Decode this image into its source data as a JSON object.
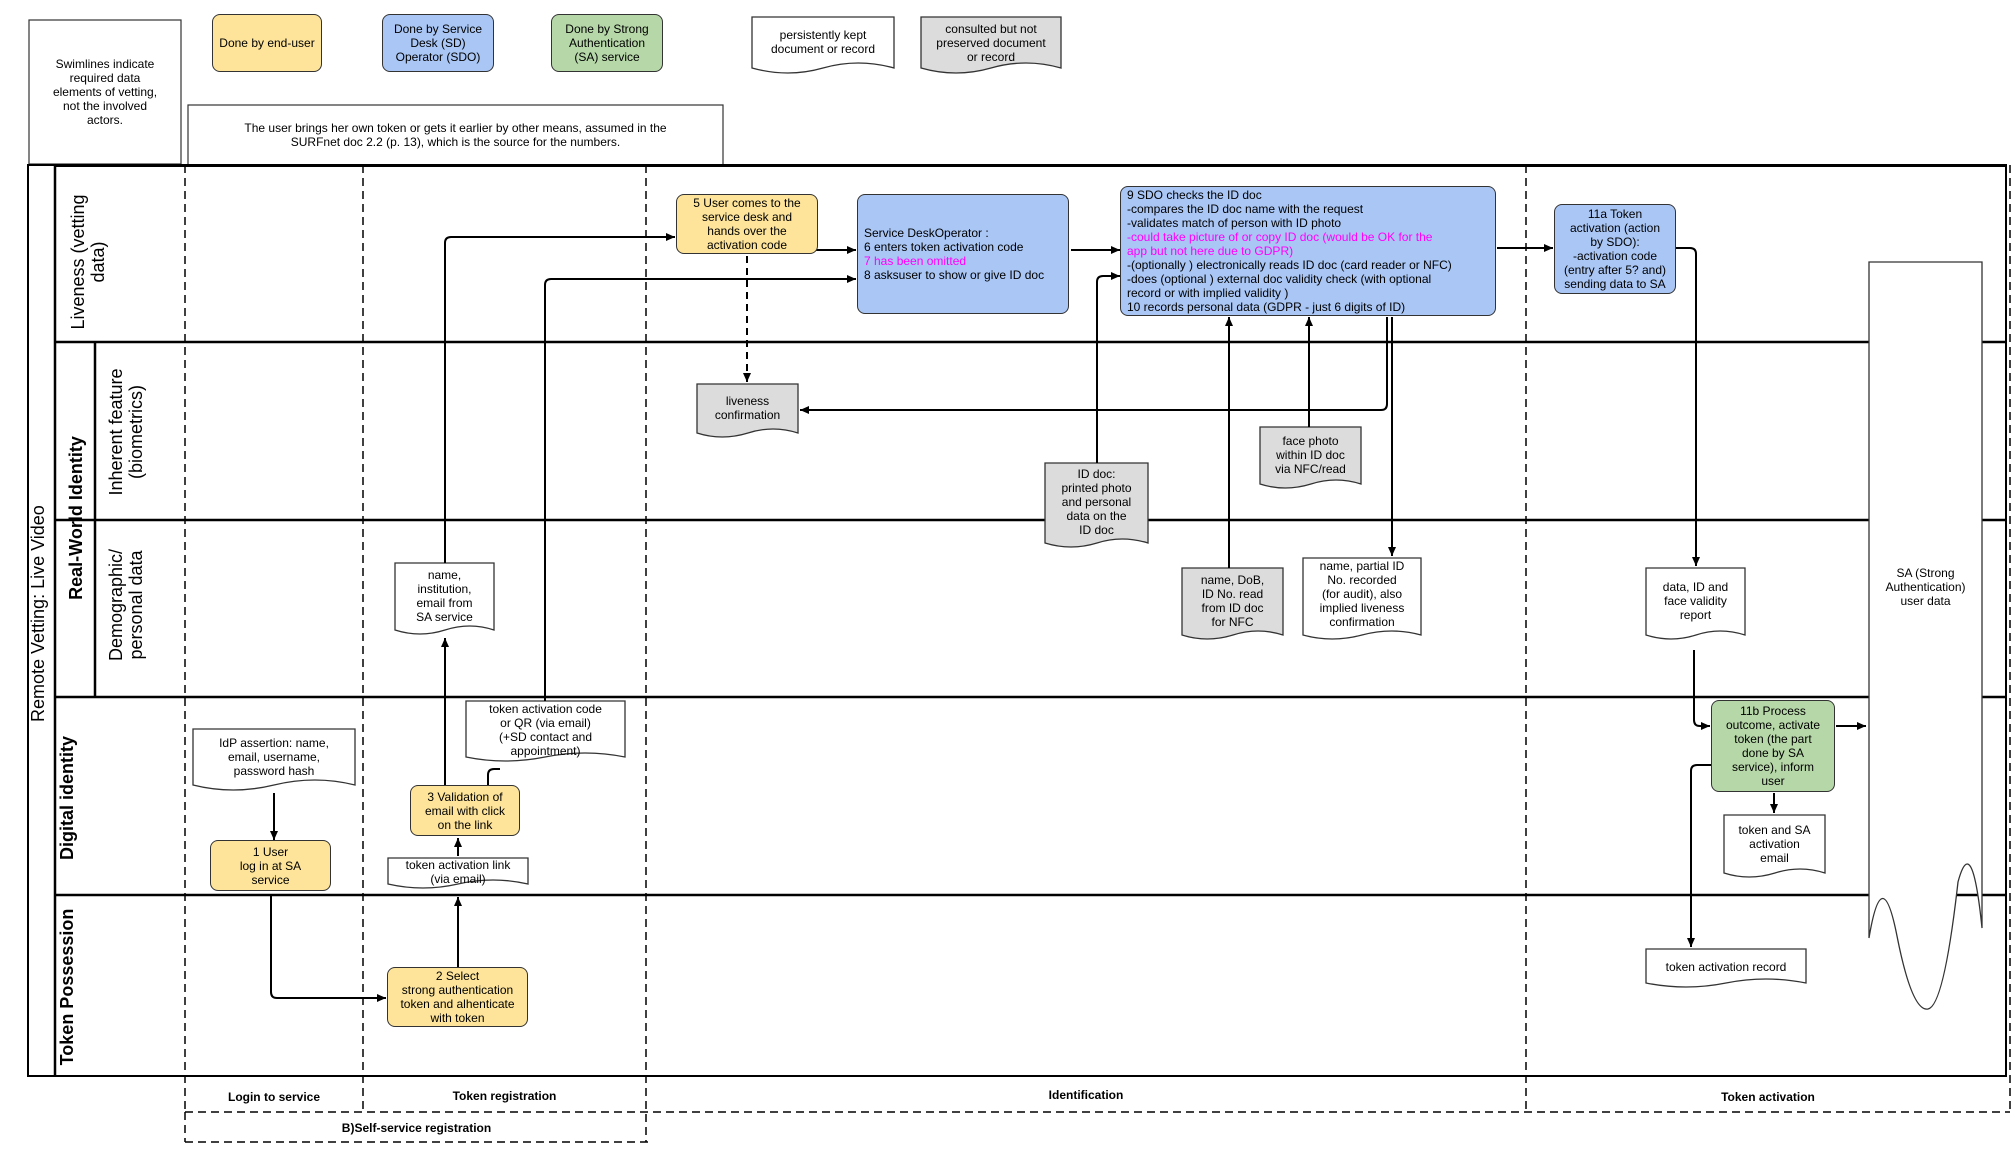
{
  "title": "Remote Vetting: Live Video",
  "legend": {
    "note": [
      "Swimlines indicate",
      "required data",
      "elements of vetting,",
      "not the involved",
      "actors."
    ],
    "end_user": "Done by end-user",
    "sdo": [
      "Done by Service",
      "Desk (SD)",
      "Operator (SDO)"
    ],
    "sa": [
      "Done by Strong",
      "Authentication",
      "(SA) service"
    ],
    "persistent": [
      "persistently kept",
      "document or record"
    ],
    "consulted": [
      "consulted but not",
      "preserved document",
      "or record"
    ],
    "assumption": [
      "The user brings her own token or gets it earlier by other means, assumed in the",
      "SURFnet doc 2.2 (p. 13), which is the source for the numbers."
    ]
  },
  "lanes": {
    "liveness": [
      "Liveness (vetting",
      "data)"
    ],
    "real_world": "Real-World Identity",
    "inherent": [
      "Inherent feature",
      "(biometrics)"
    ],
    "demographic": [
      "Demographic/",
      "personal data"
    ],
    "digital": "Digital identity",
    "token": "Token Possession"
  },
  "phases": {
    "login": "Login to service",
    "registration": "Token registration",
    "identification": "Identification",
    "activation": "Token activation",
    "self_service": "B)Self-service registration"
  },
  "nodes": {
    "idp_assertion": [
      "IdP assertion: name,",
      "email, username,",
      "password hash"
    ],
    "step1": [
      "1 User",
      "log in at SA",
      "service"
    ],
    "step2": [
      "2 Select",
      "strong authentication",
      "token and alhenticate",
      "with token"
    ],
    "activation_link": [
      "token activation link",
      "(via email)"
    ],
    "step3": [
      "3 Validation of",
      "email with click",
      "on the link"
    ],
    "name_inst": [
      "name,",
      "institution,",
      "email from",
      "SA service"
    ],
    "activation_code_doc": [
      "token activation code",
      "or QR (via email)",
      "(+SD contact and",
      "appointment)"
    ],
    "step5": [
      "5 User comes to the",
      "service desk and",
      "hands over the",
      "activation code"
    ],
    "sdo_box": [
      "Service  DeskOperator :",
      "6 enters token activation   code"
    ],
    "sdo_box_omitted": "7 has been  omitted",
    "sdo_box_last": "8 asksuser to show or give ID doc",
    "liveness_conf": [
      "liveness",
      "confirmation"
    ],
    "step9_a": [
      "9 SDO  checks the ID doc",
      "-compares the ID doc name  with the request",
      "-validates  match of person with ID photo"
    ],
    "step9_pink": [
      "-could  take picture of or copy  ID doc (would be OK for the",
      "app but not here due to GDPR)"
    ],
    "step9_b": [
      "-(optionally  ) electronically    reads ID doc (card reader or NFC)",
      "-does (optional ) external  doc validity   check (with optional",
      "record or with  implied  validity  )",
      "10 records personal data  (GDPR - just 6 digits of ID)"
    ],
    "id_doc": [
      "ID doc:",
      "printed photo",
      "and personal",
      "data on the",
      "ID doc"
    ],
    "face_photo": [
      "face photo",
      "within ID doc",
      "via NFC/read"
    ],
    "nfc_data": [
      "name, DoB,",
      "ID No. read",
      "from ID doc",
      "for NFC"
    ],
    "partial_id": [
      "name, partial ID",
      "No. recorded",
      "(for audit), also",
      "implied liveness",
      "confirmation"
    ],
    "step11a": [
      "11a Token",
      "activation (action",
      "by SDO):",
      "-activation code",
      "(entry after 5? and)",
      "sending data to SA"
    ],
    "validity_report": [
      "data, ID and",
      "face validity",
      "report"
    ],
    "step11b": [
      "11b Process",
      "outcome, activate",
      "token (the part",
      "done by SA",
      "service), inform",
      "user"
    ],
    "token_email": [
      "token and SA",
      "activation",
      "email"
    ],
    "token_record": "token  activation   record",
    "sa_user_data": [
      "SA  (Strong",
      "Authentication)",
      "user data"
    ]
  },
  "colors": {
    "end_user": "#fde49a",
    "sdo": "#a9c6f5",
    "sa": "#b6d7a8",
    "consulted": "#dcdcdc",
    "omitted_text": "#ff00ff"
  }
}
